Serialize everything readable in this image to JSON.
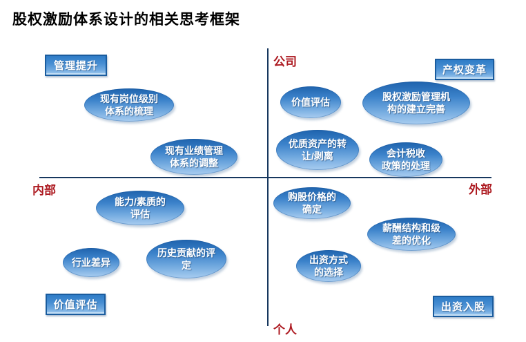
{
  "title": "股权激励体系设计的相关思考框架",
  "axis_labels": {
    "top": "公司",
    "bottom": "个人",
    "left": "内部",
    "right": "外部"
  },
  "corner_labels": {
    "top_left": "管理提升",
    "top_right": "产权变革",
    "bottom_left": "价值评估",
    "bottom_right": "出资入股"
  },
  "bubbles": [
    {
      "quadrant": "top-left",
      "text": "现有岗位级别\n体系的梳理"
    },
    {
      "quadrant": "top-left",
      "text": "现有业绩管理\n体系的调整"
    },
    {
      "quadrant": "top-right",
      "text": "价值评估"
    },
    {
      "quadrant": "top-right",
      "text": "股权激励管理机\n构的建立完善"
    },
    {
      "quadrant": "top-right",
      "text": "优质资产的转\n让/剥离"
    },
    {
      "quadrant": "top-right",
      "text": "会计税收\n政策的处理"
    },
    {
      "quadrant": "bottom-left",
      "text": "能力/素质的\n评估"
    },
    {
      "quadrant": "bottom-left",
      "text": "行业差异"
    },
    {
      "quadrant": "bottom-left",
      "text": "历史贡献的评\n定"
    },
    {
      "quadrant": "bottom-right",
      "text": "购股价格的\n确定"
    },
    {
      "quadrant": "bottom-right",
      "text": "薪酬结构和级\n差的优化"
    },
    {
      "quadrant": "bottom-right",
      "text": "出资方式\n的选择"
    }
  ],
  "colors": {
    "bubble_blue_top": "#1f63ad",
    "bubble_blue_bottom": "#a9cdf0",
    "box_border_blue": "#1a5c9e",
    "axis_line_navy": "#17375e",
    "label_dark_red": "#ad1a21",
    "title_black": "#000000"
  }
}
